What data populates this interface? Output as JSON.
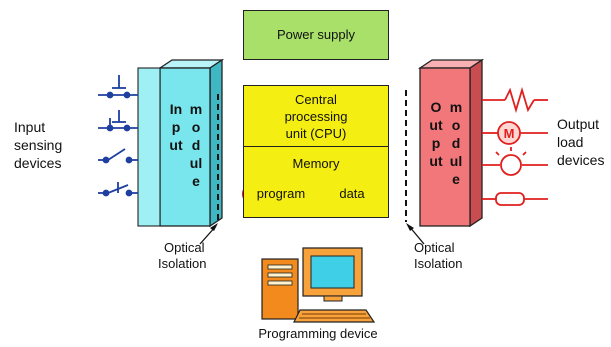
{
  "power_supply": "Power supply",
  "cpu": {
    "line1": "Central",
    "line2": "processing",
    "line3": "unit (CPU)"
  },
  "memory": {
    "title": "Memory",
    "program": "program",
    "data": "data"
  },
  "input_module": {
    "word1": "Input",
    "word2": "module"
  },
  "output_module": {
    "word1": "Output",
    "word2": "module"
  },
  "input_devices": {
    "line1": "Input",
    "line2": "sensing",
    "line3": "devices"
  },
  "output_devices": {
    "line1": "Output",
    "line2": "load",
    "line3": "devices"
  },
  "optical_left": {
    "line1": "Optical",
    "line2": "Isolation"
  },
  "optical_right": {
    "line1": "Optical",
    "line2": "Isolation"
  },
  "programming_device": "Programming device",
  "motor_symbol": "M",
  "colors": {
    "power": "#a8e06a",
    "cpu": "#f4ee12",
    "input": "#79e6ee",
    "output": "#f2777a",
    "ellipse": "#e0201e",
    "wire": "#1f3fa0",
    "outwire": "#e0201e"
  }
}
